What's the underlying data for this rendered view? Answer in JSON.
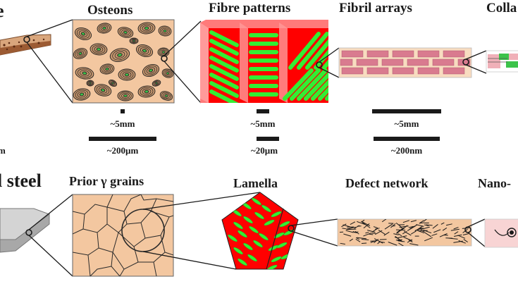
{
  "top_row": {
    "left_partial": "e",
    "osteons": "Osteons",
    "fibre_patterns": "Fibre patterns",
    "fibril_arrays": "Fibril arrays",
    "right_partial": "Colla",
    "scale_labels": {
      "osteons_a": "~5mm",
      "osteons_b": "~200µm",
      "fibre_a": "~5mm",
      "fibre_b": "~20µm",
      "fibril_a": "~5mm",
      "fibril_b": "~200nm",
      "left_cut": "m"
    }
  },
  "bottom_row": {
    "left_partial": "l steel",
    "prior_grains": "Prior γ grains",
    "lamella": "Lamella",
    "defect_network": "Defect network",
    "right_partial": "Nano-"
  },
  "colors": {
    "tan": "#f3c7a0",
    "red": "#ff0000",
    "green": "#33ee33",
    "pink": "#d97b8f",
    "steel": "#cccccc"
  }
}
